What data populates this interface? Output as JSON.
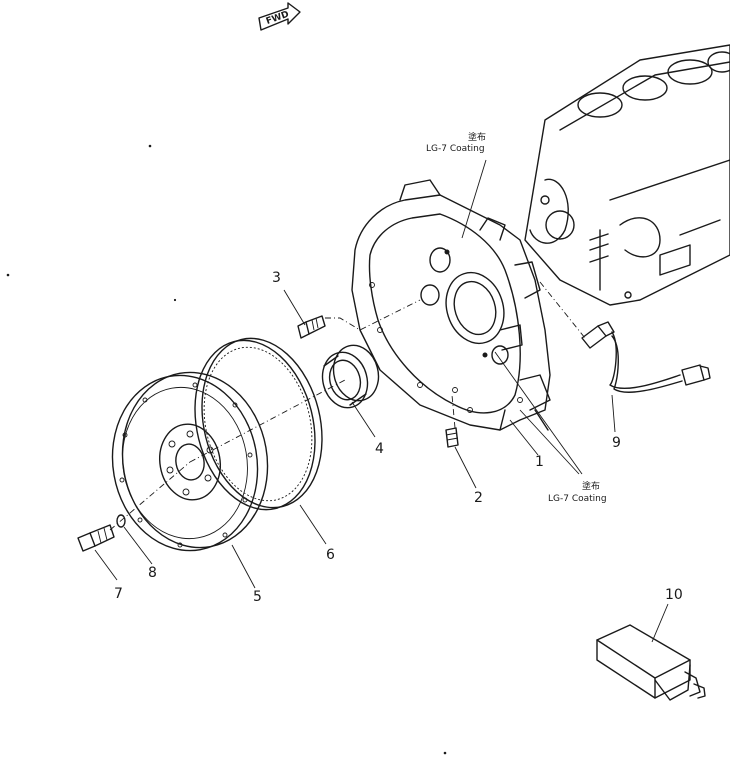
{
  "direction_label": "FWD",
  "notes": {
    "top": {
      "jp": "塗布",
      "text": "LG-7  Coating"
    },
    "bottom": {
      "jp": "塗布",
      "text": "LG-7 Coating"
    }
  },
  "callouts": [
    "1",
    "2",
    "3",
    "4",
    "5",
    "6",
    "7",
    "8",
    "9",
    "10"
  ]
}
